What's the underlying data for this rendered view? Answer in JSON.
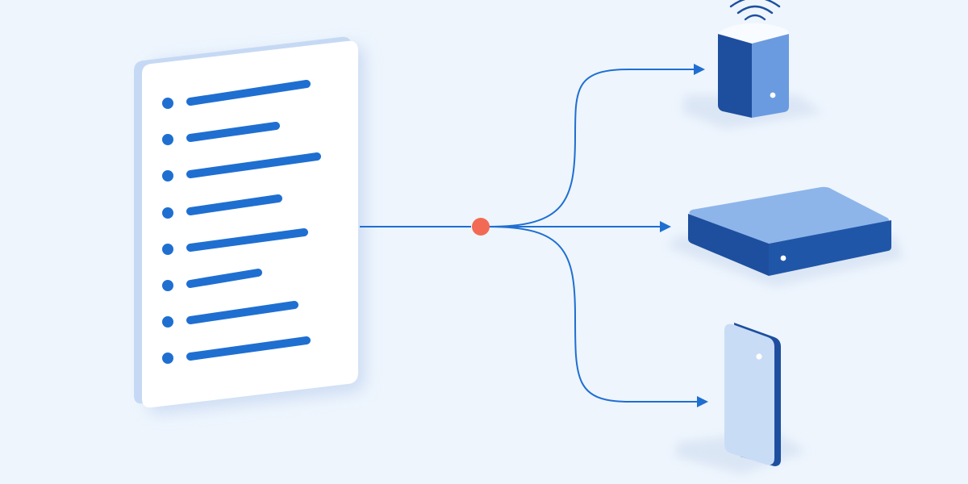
{
  "diagram": {
    "background": "#eef5fd",
    "colors": {
      "accent": "#1f6fd1",
      "accent_dark": "#1d4f9e",
      "accent_mid": "#4f87d8",
      "accent_light": "#9bbff0",
      "accent_pale": "#c9dcf6",
      "node": "#f26a54",
      "paper": "#ffffff",
      "shadow": "#dbe6f5"
    },
    "source": {
      "icon": "bulleted-list-document-icon",
      "item_count": 8
    },
    "hub": {
      "icon": "distribution-node-icon"
    },
    "branches": [
      {
        "icon": "arrow-right-icon",
        "target": "top"
      },
      {
        "icon": "arrow-right-icon",
        "target": "middle"
      },
      {
        "icon": "arrow-right-icon",
        "target": "bottom"
      }
    ],
    "targets": [
      {
        "position": "top",
        "icon": "wireless-speaker-device-icon"
      },
      {
        "position": "middle",
        "icon": "set-top-box-device-icon"
      },
      {
        "position": "bottom",
        "icon": "portable-drive-device-icon"
      }
    ]
  }
}
